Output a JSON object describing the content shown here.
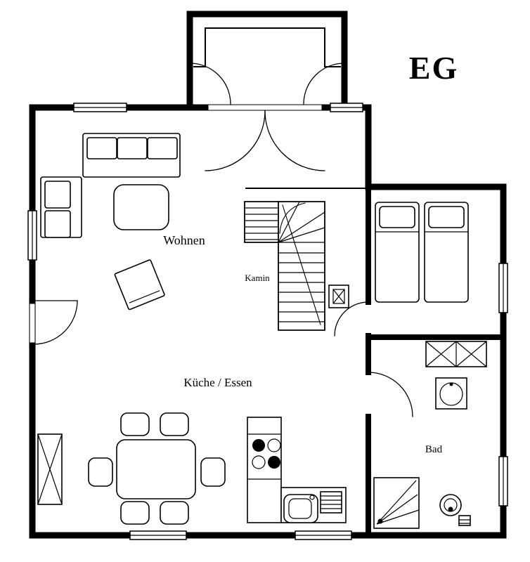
{
  "title": "EG",
  "rooms": {
    "living": "Wohnen",
    "kitchen_dining": "Küche / Essen",
    "bath": "Bad"
  },
  "annotations": {
    "fireplace": "Kamin"
  },
  "colors": {
    "ink": "#000000",
    "paper": "#ffffff"
  }
}
